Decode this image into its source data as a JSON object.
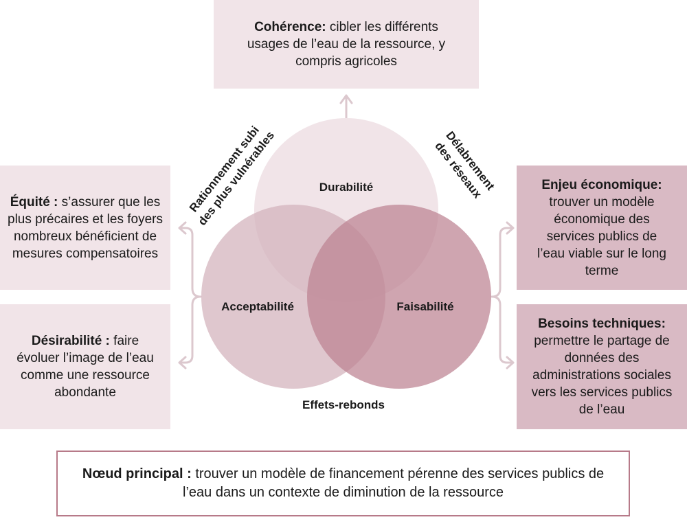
{
  "coherence": {
    "title": "Cohérence:",
    "text": "cibler les différents usages de l’eau de la ressource, y compris agricoles"
  },
  "equity": {
    "title": "Équité :",
    "text": "s’assurer que les plus précaires et les foyers nombreux bénéficient de mesures compensatoires"
  },
  "desirability": {
    "title": "Désirabilité :",
    "text": "faire évoluer l’image de l’eau comme une ressource abondante"
  },
  "economic": {
    "title": "Enjeu économique:",
    "text": "trouver un modèle économique des services publics de l’eau viable sur le long terme"
  },
  "technical": {
    "title": "Besoins techniques:",
    "text": "permettre le partage de données des administrations sociales vers les services publics de l’eau"
  },
  "main_knot": {
    "title": "Nœud principal :",
    "text": "trouver un modèle de financement pérenne des services publics de l’eau dans un contexte de diminution de la ressource"
  },
  "venn": {
    "durability": "Durabilité",
    "acceptability": "Acceptabilité",
    "feasibility": "Faisabilité"
  },
  "tensions": {
    "left_line1": "Rationnement subi",
    "left_line2": "des plus vulnérables",
    "right_line1": "Délabrement",
    "right_line2": "des réseaux",
    "bottom": "Effets-rebonds"
  },
  "colors": {
    "light_box": "#f1e4e8",
    "dark_box": "#d9bac4",
    "durability_circle": "#f1e4e8",
    "acceptability_circle": "#ddc3cb",
    "feasibility_circle": "#c894a2",
    "arrow": "#dcc8ce",
    "border": "#b77a89"
  }
}
